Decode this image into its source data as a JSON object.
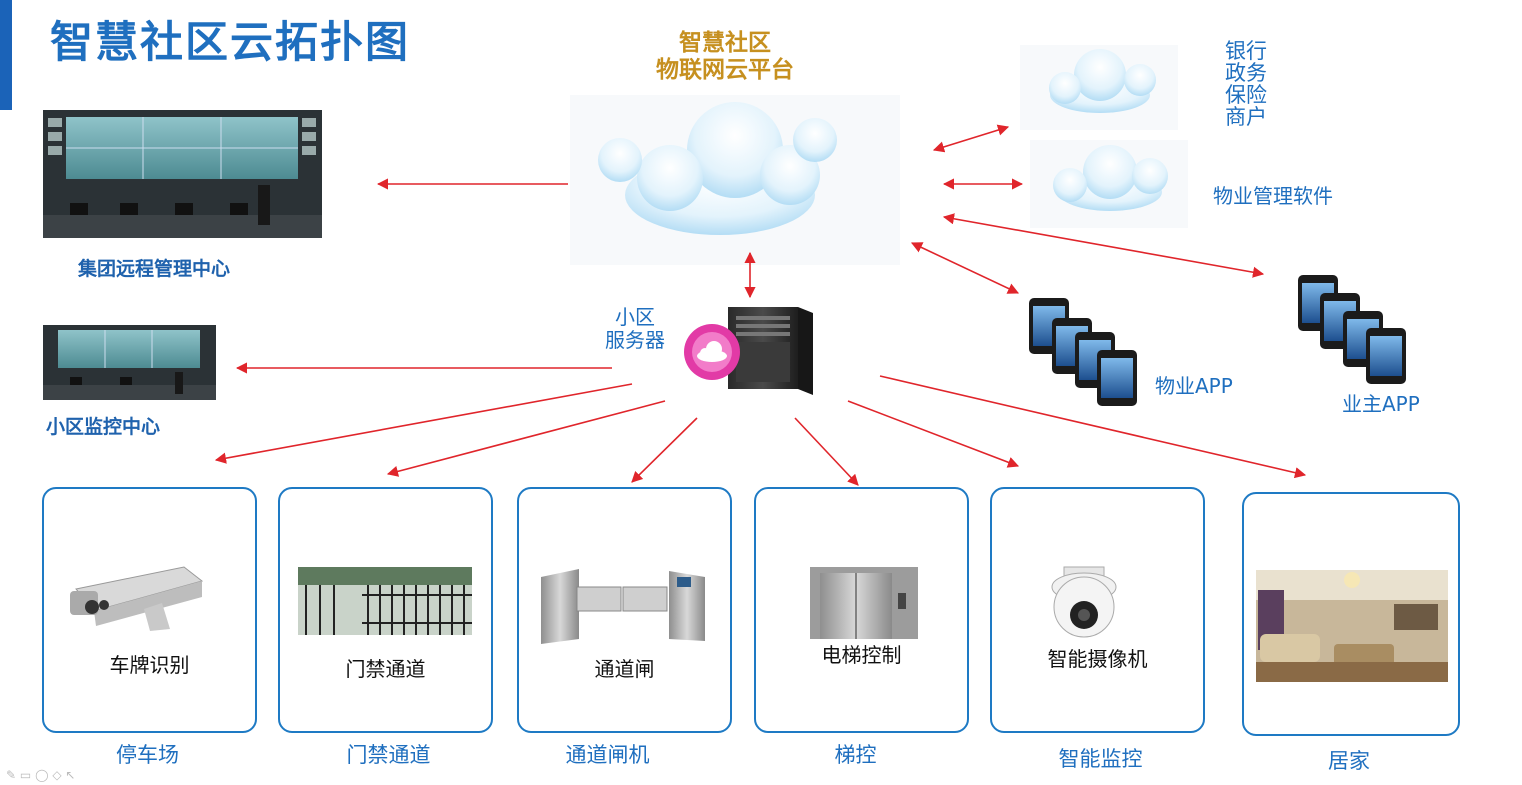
{
  "page_title": "智慧社区云拓扑图",
  "platform": {
    "line1": "智慧社区",
    "line2": "物联网云平台"
  },
  "group_center": "集团远程管理中心",
  "community_monitor": "小区监控中心",
  "server": {
    "line1": "小区",
    "line2": "服务器"
  },
  "bank_cloud": {
    "lines": [
      "银行",
      "政务",
      "保险",
      "商户"
    ]
  },
  "property_software": "物业管理软件",
  "property_app": "物业APP",
  "owner_app": "业主APP",
  "subsystems": [
    {
      "inner": "车牌识别",
      "label": "停车场"
    },
    {
      "inner": "门禁通道",
      "label": "门禁通道"
    },
    {
      "inner": "通道闸",
      "label": "通道闸机"
    },
    {
      "inner": "电梯控制",
      "label": "梯控"
    },
    {
      "inner": "智能摄像机",
      "label": "智能监控"
    },
    {
      "inner": "",
      "label": "居家"
    }
  ],
  "colors": {
    "accent": "#1b63b8",
    "title": "#1f6fbf",
    "platform_title": "#c6901f",
    "arrow": "#e0252b",
    "box_border": "#1e7ac4"
  }
}
